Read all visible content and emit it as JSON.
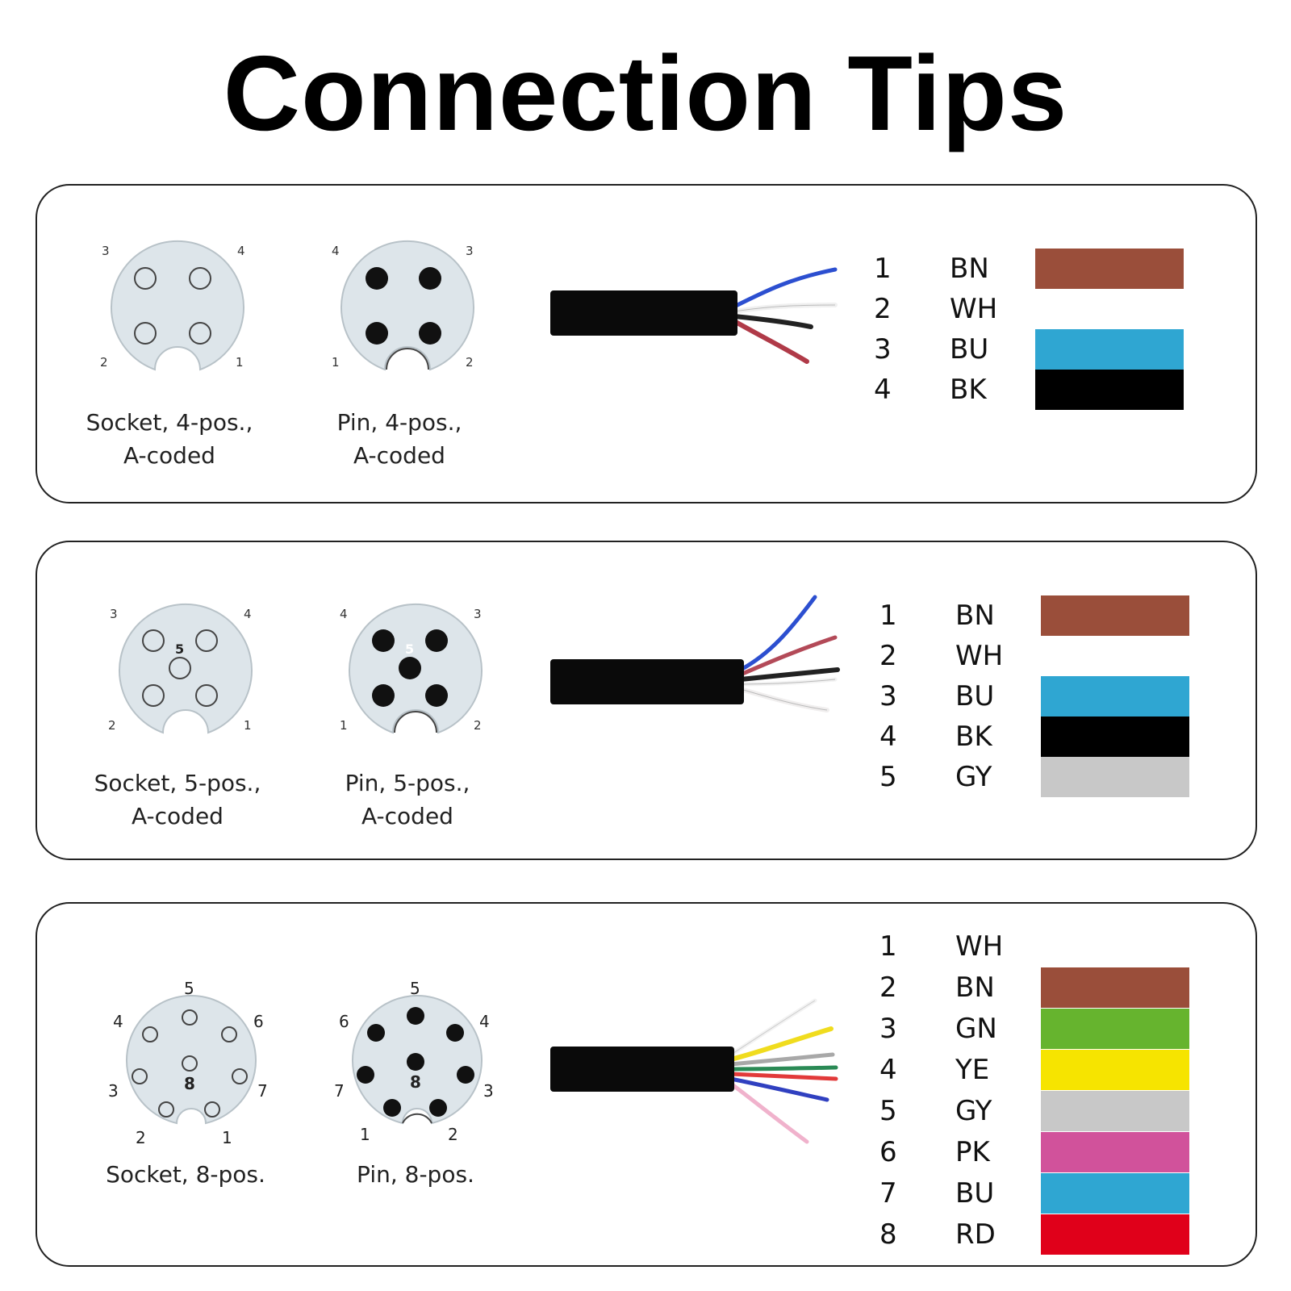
{
  "title": "Connection Tips",
  "panels": [
    {
      "socket": {
        "caption": [
          "Socket, 4-pos.,",
          "A-coded"
        ],
        "labels": [
          "3",
          "4",
          "2",
          "1"
        ]
      },
      "pin": {
        "caption": [
          "Pin, 4-pos.,",
          "A-coded"
        ],
        "labels": [
          "4",
          "3",
          "1",
          "2"
        ]
      },
      "wires": [
        {
          "num": "1",
          "code": "BN",
          "color": "#9A4E3A"
        },
        {
          "num": "2",
          "code": "WH",
          "color": "#FFFFFF"
        },
        {
          "num": "3",
          "code": "BU",
          "color": "#2FA6D2"
        },
        {
          "num": "4",
          "code": "BK",
          "color": "#000000"
        }
      ]
    },
    {
      "socket": {
        "caption": [
          "Socket, 5-pos.,",
          "A-coded"
        ],
        "labels": [
          "3",
          "4",
          "2",
          "1",
          "5"
        ]
      },
      "pin": {
        "caption": [
          "Pin, 5-pos.,",
          "A-coded"
        ],
        "labels": [
          "4",
          "3",
          "1",
          "2",
          "5"
        ]
      },
      "wires": [
        {
          "num": "1",
          "code": "BN",
          "color": "#9A4E3A"
        },
        {
          "num": "2",
          "code": "WH",
          "color": "#FFFFFF"
        },
        {
          "num": "3",
          "code": "BU",
          "color": "#2FA6D2"
        },
        {
          "num": "4",
          "code": "BK",
          "color": "#000000"
        },
        {
          "num": "5",
          "code": "GY",
          "color": "#C8C8C8"
        }
      ]
    },
    {
      "socket": {
        "caption": [
          "Socket, 8-pos."
        ],
        "labels": [
          "5",
          "4",
          "6",
          "3",
          "8",
          "7",
          "2",
          "1"
        ]
      },
      "pin": {
        "caption": [
          "Pin, 8-pos."
        ],
        "labels": [
          "5",
          "6",
          "4",
          "7",
          "8",
          "3",
          "1",
          "2"
        ]
      },
      "wires": [
        {
          "num": "1",
          "code": "WH",
          "color": "#FFFFFF"
        },
        {
          "num": "2",
          "code": "BN",
          "color": "#9A4E3A"
        },
        {
          "num": "3",
          "code": "GN",
          "color": "#66B42E"
        },
        {
          "num": "4",
          "code": "YE",
          "color": "#F6E400"
        },
        {
          "num": "5",
          "code": "GY",
          "color": "#C8C8C8"
        },
        {
          "num": "6",
          "code": "PK",
          "color": "#D1529B"
        },
        {
          "num": "7",
          "code": "BU",
          "color": "#2FA6D2"
        },
        {
          "num": "8",
          "code": "RD",
          "color": "#E0001A"
        }
      ]
    }
  ]
}
